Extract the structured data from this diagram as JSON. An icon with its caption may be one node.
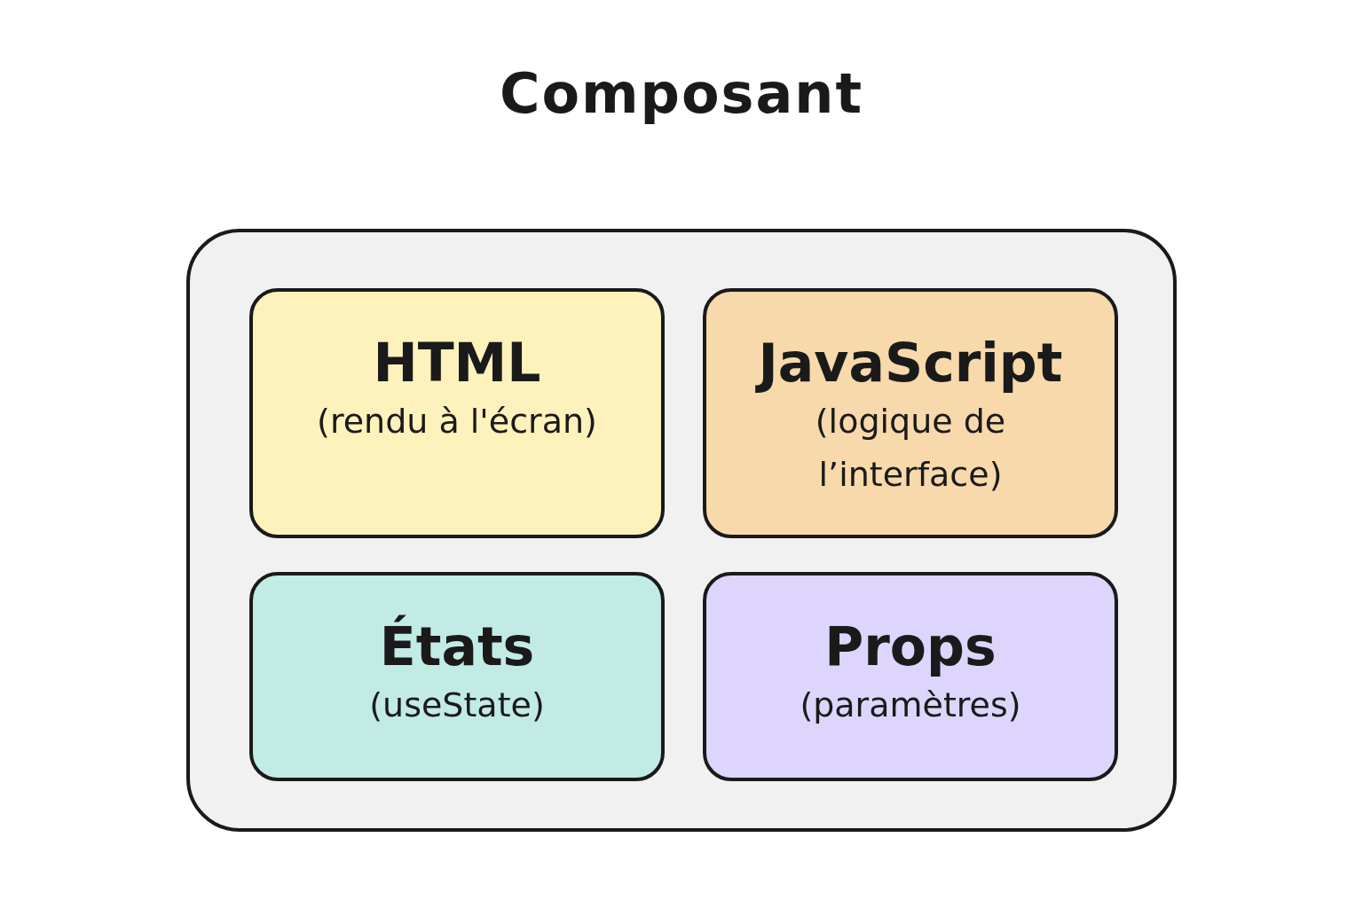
{
  "diagram": {
    "title": "Composant",
    "nodes": [
      {
        "text": [],
        "shape": "box"
      },
      {
        "text": [
          "HTML",
          "(rendu à l'écran)"
        ],
        "in": 0
      },
      {
        "text": [
          "JavaScript",
          "(logique de l’interface)"
        ],
        "in": 0
      },
      {
        "text": [
          "États",
          "(useState)"
        ],
        "in": 0
      },
      {
        "text": [
          "Props",
          "(paramètres)"
        ],
        "in": 0
      }
    ]
  }
}
